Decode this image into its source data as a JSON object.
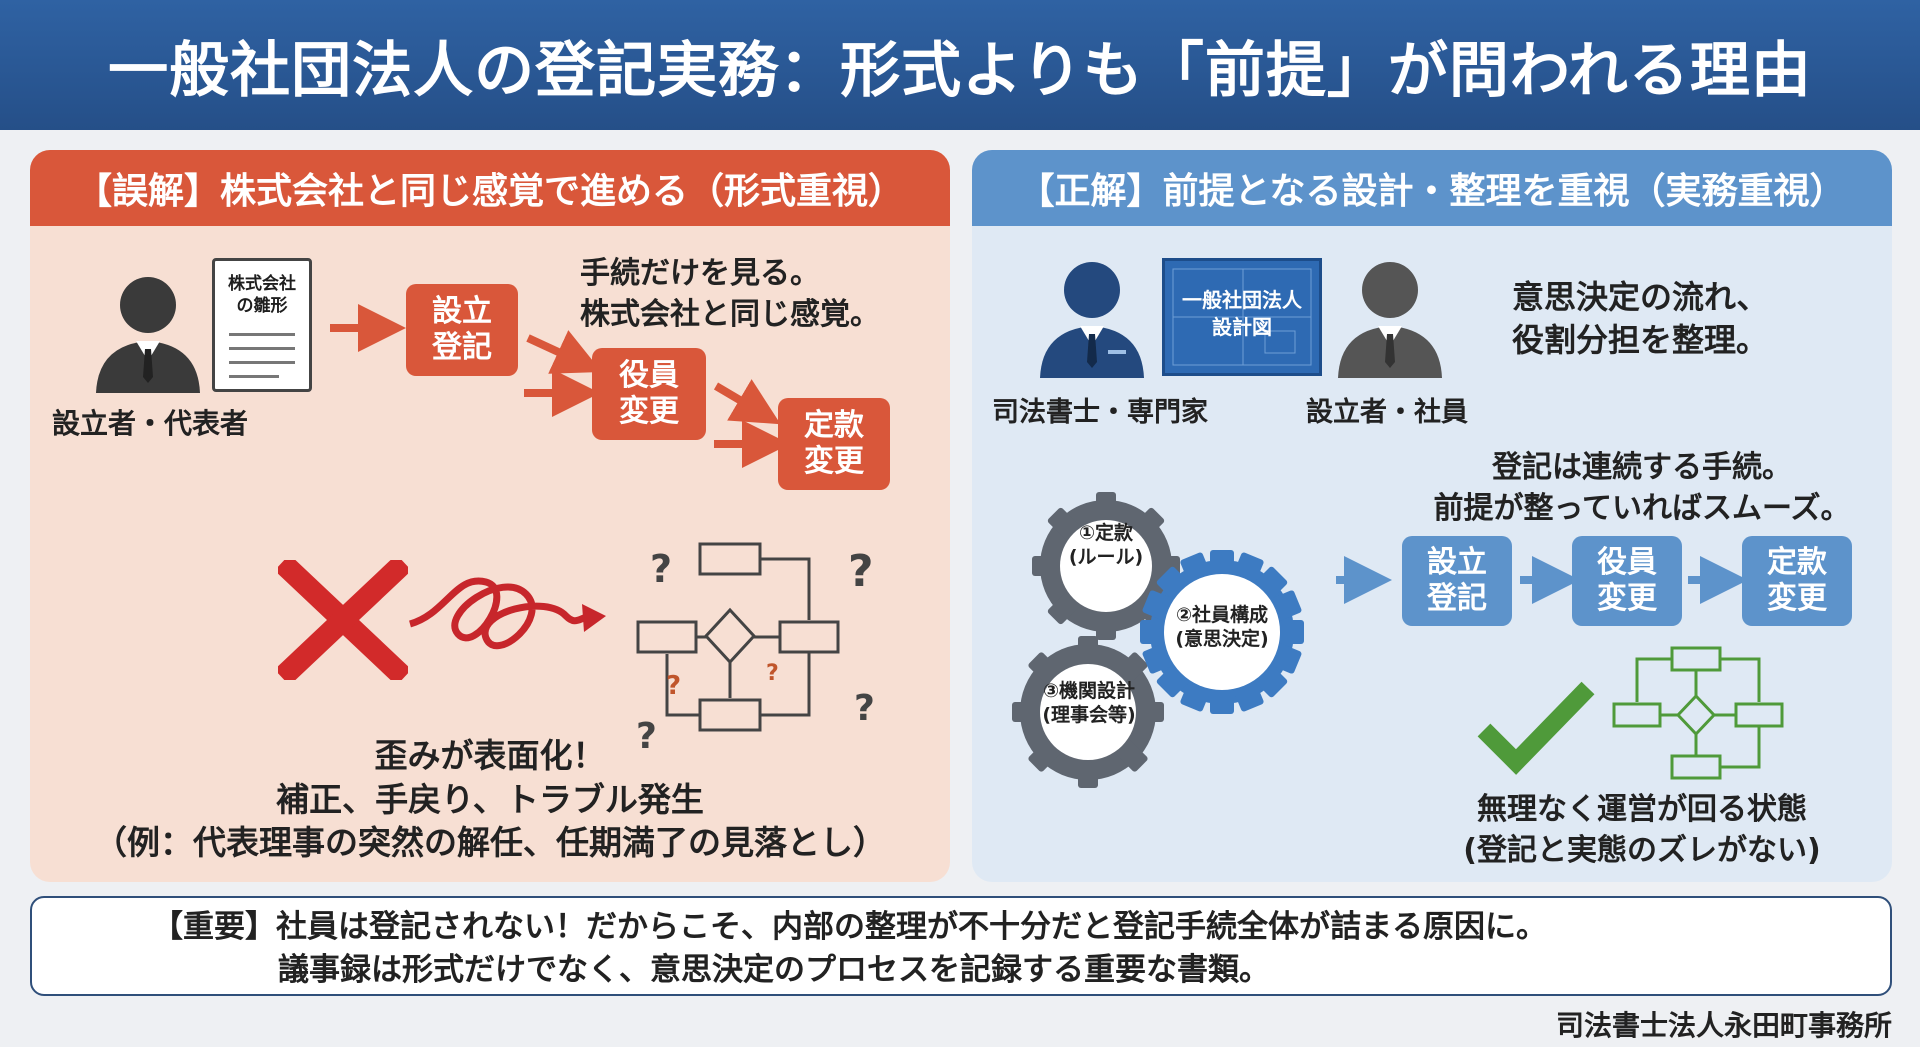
{
  "title": "一般社団法人の登記実務：形式よりも「前提」が問われる理由",
  "left": {
    "header": "【誤解】株式会社と同じ感覚で進める（形式重視）",
    "doc_line1": "株式会社",
    "doc_line2": "の雛形",
    "person_label": "設立者・代表者",
    "box1": [
      "設立",
      "登記"
    ],
    "box2": [
      "役員",
      "変更"
    ],
    "box3": [
      "定款",
      "変更"
    ],
    "comment_line1": "手続だけを見る。",
    "comment_line2": "株式会社と同じ感覚。",
    "result_line1": "歪みが表面化！",
    "result_line2": "補正、手戻り、トラブル発生",
    "result_line3": "（例：代表理事の突然の解任、任期満了の見落とし）",
    "question_mark": "?"
  },
  "right": {
    "header": "【正解】前提となる設計・整理を重視（実務重視）",
    "blueprint_line1": "一般社団法人",
    "blueprint_line2": "設計図",
    "expert_label": "司法書士・専門家",
    "member_label": "設立者・社員",
    "comment_line1": "意思決定の流れ、",
    "comment_line2": "役割分担を整理。",
    "continuous_line1": "登記は連続する手続。",
    "continuous_line2": "前提が整っていればスムーズ。",
    "gear1_line1": "①定款",
    "gear1_line2": "(ルール)",
    "gear2_line1": "②社員構成",
    "gear2_line2": "(意思決定)",
    "gear3_line1": "③機関設計",
    "gear3_line2": "(理事会等)",
    "box1": [
      "設立",
      "登記"
    ],
    "box2": [
      "役員",
      "変更"
    ],
    "box3": [
      "定款",
      "変更"
    ],
    "result_line1": "無理なく運営が回る状態",
    "result_line2": "(登記と実態のズレがない)"
  },
  "important": {
    "line1": "【重要】社員は登記されない！だからこそ、内部の整理が不十分だと登記手続全体が詰まる原因に。",
    "line2": "議事録は形式だけでなく、意思決定のプロセスを記録する重要な書類。"
  },
  "footer": "司法書士法人永田町事務所",
  "colors": {
    "header_blue": "#2f62a3",
    "wrong_red": "#d9573a",
    "right_blue": "#5d93cb",
    "check_green": "#4f9a3a",
    "cross_red": "#d22a2a"
  }
}
